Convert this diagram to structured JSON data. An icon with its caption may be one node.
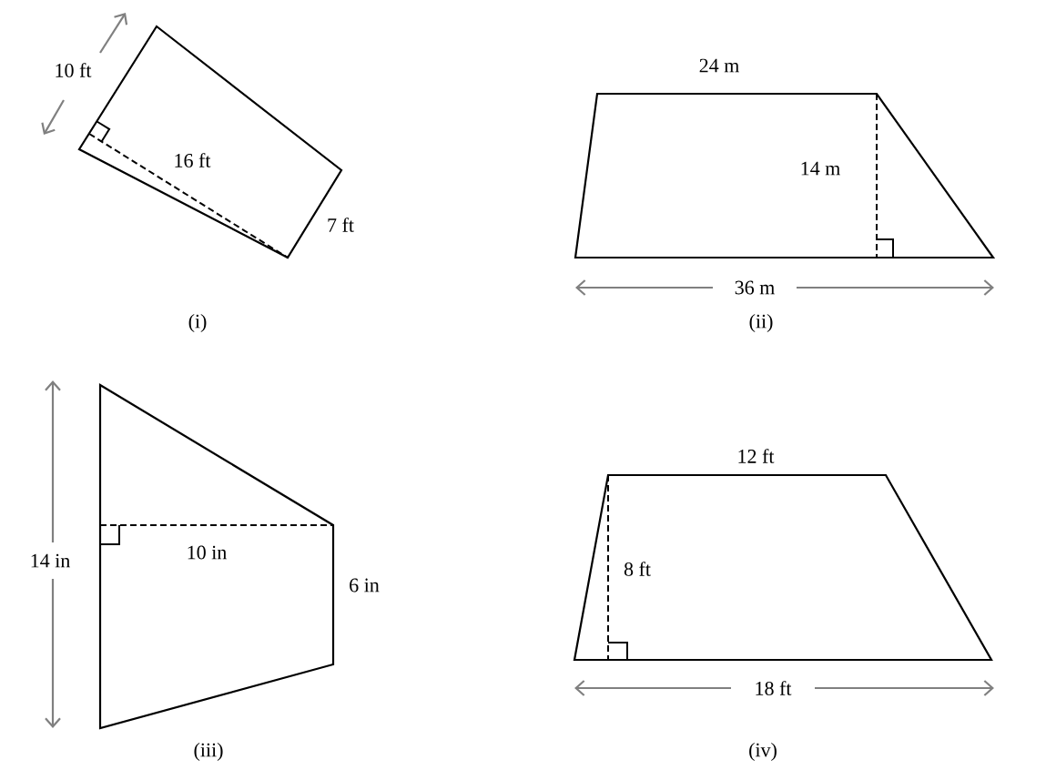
{
  "diagram": {
    "labels": [
      "10 ft",
      "16 ft",
      "7 ft",
      "(i)",
      "24 m",
      "14 m",
      "36 m",
      "(ii)",
      "14 in",
      "10 in",
      "6 in",
      "(iii)",
      "12 ft",
      "8 ft",
      "18 ft",
      "(iv)"
    ]
  }
}
